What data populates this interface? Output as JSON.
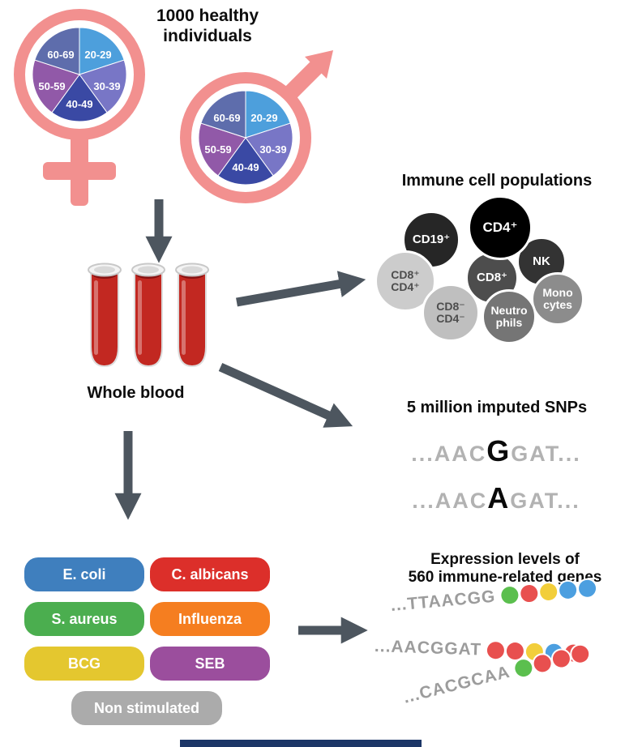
{
  "header": {
    "title": "1000 healthy individuals"
  },
  "demographics": {
    "age_groups": [
      "20-29",
      "30-39",
      "40-49",
      "50-59",
      "60-69"
    ],
    "pie_colors": [
      "#4D9FDC",
      "#7876C6",
      "#3A49A4",
      "#9159A8",
      "#5E6DAC"
    ],
    "symbol_color": "#F2908F"
  },
  "blood": {
    "label": "Whole blood",
    "tube_color": "#C22821"
  },
  "immune_cells": {
    "title": "Immune cell populations",
    "cells": [
      {
        "label": "CD19⁺",
        "bg": "#262626",
        "fg": "#FFFFFF"
      },
      {
        "label": "CD8⁺ CD4⁺",
        "bg": "#CCCCCC",
        "fg": "#4D4D4D"
      },
      {
        "label": "NK",
        "bg": "#333333",
        "fg": "#FFFFFF"
      },
      {
        "label": "Mono cytes",
        "bg": "#8C8C8C",
        "fg": "#FFFFFF"
      },
      {
        "label": "CD8⁻ CD4⁻",
        "bg": "#BFBFBF",
        "fg": "#4D4D4D"
      },
      {
        "label": "CD8⁺",
        "bg": "#4D4D4D",
        "fg": "#FFFFFF"
      },
      {
        "label": "Neutro phils",
        "bg": "#757575",
        "fg": "#FFFFFF"
      },
      {
        "label": "CD4⁺",
        "bg": "#000000",
        "fg": "#FFFFFF"
      }
    ]
  },
  "snps": {
    "title": "5 million imputed SNPs",
    "sequences": [
      {
        "prefix": "...AAC",
        "variant": "G",
        "suffix": "GAT..."
      },
      {
        "prefix": "...AAC",
        "variant": "A",
        "suffix": "GAT..."
      }
    ]
  },
  "stimulations": [
    {
      "label": "E. coli",
      "color": "#3F7FBE"
    },
    {
      "label": "C. albicans",
      "color": "#DC2F2A"
    },
    {
      "label": "S. aureus",
      "color": "#4BAE4F"
    },
    {
      "label": "Influenza",
      "color": "#F57E20"
    },
    {
      "label": "BCG",
      "color": "#E4C72F"
    },
    {
      "label": "SEB",
      "color": "#9B4E9D"
    },
    {
      "label": "Non stimulated",
      "color": "#ABABAB"
    }
  ],
  "expression": {
    "title_line1": "Expression levels of",
    "title_line2": "560 immune-related genes",
    "bead_colors": {
      "green": "#5BBF4E",
      "red": "#E8504F",
      "yellow": "#F2CE3A",
      "blue": "#4C9FE0"
    },
    "strands": [
      {
        "sequence": "...TTAACGG",
        "beads": [
          "green",
          "red",
          "yellow",
          "blue",
          "blue"
        ]
      },
      {
        "sequence": "...AACGGAT",
        "beads": [
          "red",
          "red",
          "yellow",
          "blue",
          "red"
        ]
      },
      {
        "sequence": "...CACGCAA",
        "beads": [
          "green",
          "red",
          "red",
          "red"
        ]
      }
    ]
  },
  "footer": {
    "color": "#1C3667"
  },
  "arrows": {
    "color": "#4D565F"
  }
}
